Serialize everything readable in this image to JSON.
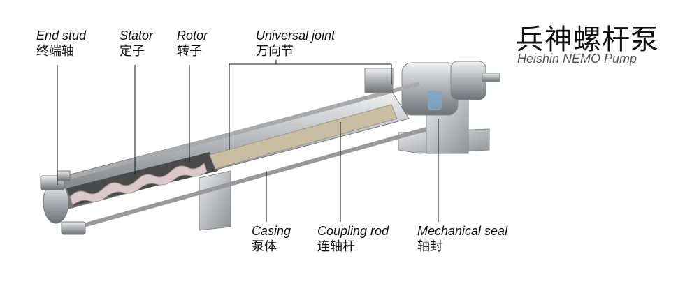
{
  "title": {
    "cn": "兵神螺杆泵",
    "en": "Heishin NEMO Pump"
  },
  "labels": {
    "end_stud": {
      "en": "End stud",
      "cn": "终端轴"
    },
    "stator": {
      "en": "Stator",
      "cn": "定子"
    },
    "rotor": {
      "en": "Rotor",
      "cn": "转子"
    },
    "universal_joint": {
      "en": "Universal joint",
      "cn": "万向节"
    },
    "casing": {
      "en": "Casing",
      "cn": "泵体"
    },
    "coupling_rod": {
      "en": "Coupling rod",
      "cn": "连轴杆"
    },
    "mechanical_seal": {
      "en": "Mechanical seal",
      "cn": "轴封"
    }
  }
}
